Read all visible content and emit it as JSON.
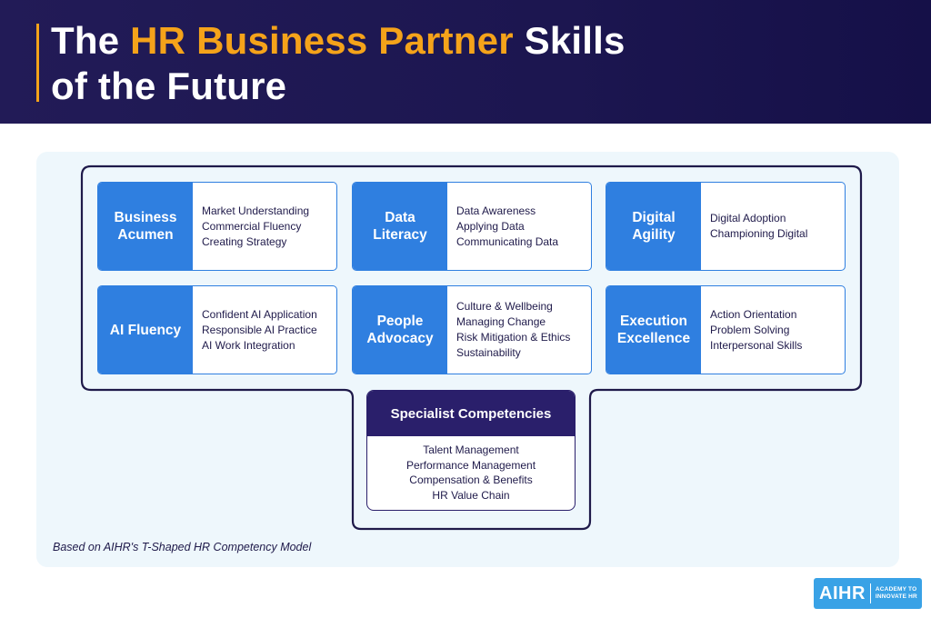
{
  "header": {
    "title_part1": "The ",
    "title_accent": "HR Business Partner",
    "title_part2": " Skills",
    "title_line2": "of the Future"
  },
  "colors": {
    "header_bg": "#1c1650",
    "accent": "#f5a31a",
    "card_blue": "#2f7fe0",
    "specialist_purple": "#2a1f6b",
    "panel_bg": "#eef7fc"
  },
  "cards": [
    {
      "label": "Business Acumen",
      "items": [
        "Market Understanding",
        "Commercial Fluency",
        "Creating Strategy"
      ]
    },
    {
      "label": "Data Literacy",
      "items": [
        "Data Awareness",
        "Applying Data",
        "Communicating Data"
      ]
    },
    {
      "label": "Digital Agility",
      "items": [
        "Digital Adoption",
        "Championing Digital"
      ]
    },
    {
      "label": "AI Fluency",
      "items": [
        "Confident AI Application",
        "Responsible AI Practice",
        "AI Work Integration"
      ]
    },
    {
      "label": "People Advocacy",
      "items": [
        "Culture & Wellbeing",
        "Managing Change",
        "Risk Mitigation & Ethics",
        "Sustainability"
      ]
    },
    {
      "label": "Execution Excellence",
      "items": [
        "Action Orientation",
        "Problem Solving",
        "Interpersonal Skills"
      ]
    }
  ],
  "specialist": {
    "title": "Specialist Competencies",
    "items": [
      "Talent Management",
      "Performance Management",
      "Compensation & Benefits",
      "HR Value Chain"
    ]
  },
  "footnote": "Based on AIHR's T-Shaped HR Competency Model",
  "logo": {
    "mark": "AIHR",
    "sub_line1": "ACADEMY TO",
    "sub_line2": "INNOVATE HR"
  }
}
